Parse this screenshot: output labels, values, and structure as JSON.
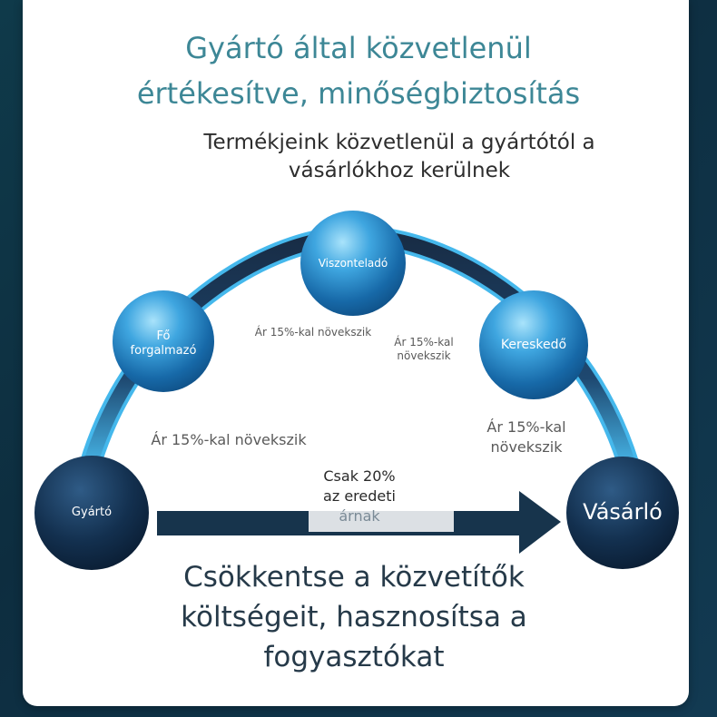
{
  "title": "Gyártó által közvetlenül\nértékesítve, minőségbiztosítás",
  "subtitle": "Termékjeink közvetlenül a gyártótól a\nvásárlókhoz kerülnek",
  "nodes": {
    "manufacturer": "Gyártó",
    "main_distributor_line1": "Fő",
    "main_distributor_line2": "forgalmazó",
    "reseller": "Viszonteladó",
    "trader": "Kereskedő",
    "buyer": "Vásárló"
  },
  "steps": {
    "step1": "Ár 15%-kal növekszik",
    "step2": "Ár 15%-kal növekszik",
    "step3_line1": "Ár 15%-kal",
    "step3_line2": "növekszik",
    "step4_line1": "Ár 15%-kal",
    "step4_line2": "növekszik"
  },
  "arrow": {
    "line1": "Csak 20%",
    "line2": "az eredeti",
    "line3": "árnak"
  },
  "bottom": "Csökkentse a közvetítők\nköltségeit, hasznosítsa a\nfogyasztókat",
  "colors": {
    "title": "#3d8796",
    "arc": "#1c3550",
    "arc_glow": "#43b6ea",
    "arrow": "#17344c"
  }
}
